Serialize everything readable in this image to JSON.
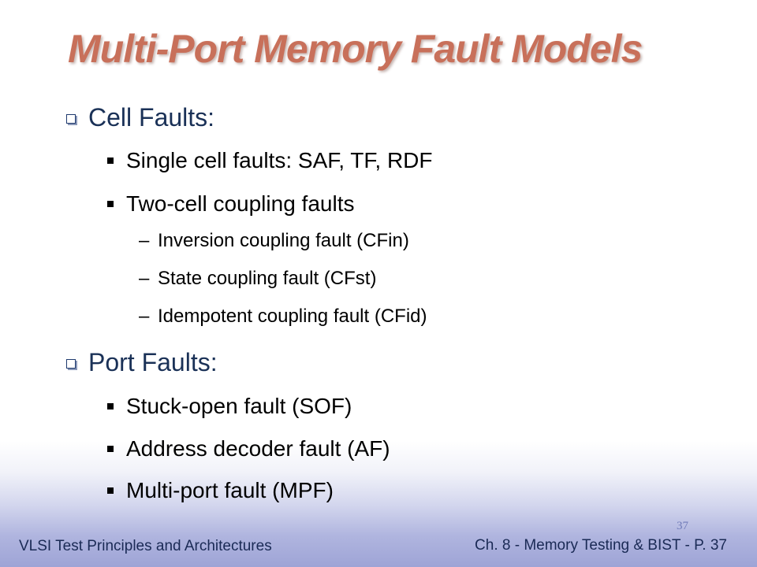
{
  "slide": {
    "title": "Multi-Port Memory Fault Models",
    "sections": [
      {
        "heading": "Cell Faults:",
        "items": [
          "Single cell faults: SAF, TF, RDF",
          "Two-cell coupling faults"
        ],
        "subitems": [
          "Inversion coupling fault (CFin)",
          "State coupling fault (CFst)",
          "Idempotent coupling fault (CFid)"
        ]
      },
      {
        "heading": "Port Faults:",
        "items": [
          "Stuck-open fault (SOF)",
          "Address decoder fault (AF)",
          "Multi-port fault (MPF)"
        ]
      }
    ],
    "dash_glyph": "–"
  },
  "footer": {
    "left": "VLSI Test Principles and Architectures",
    "right": "Ch. 8 - Memory Testing & BIST - P. 37",
    "page_number": "37"
  },
  "colors": {
    "title": "#c8705a",
    "heading": "#1a3157",
    "footer_text": "#1a2a55",
    "footer_gradient_bottom": "#9ea4d6"
  }
}
